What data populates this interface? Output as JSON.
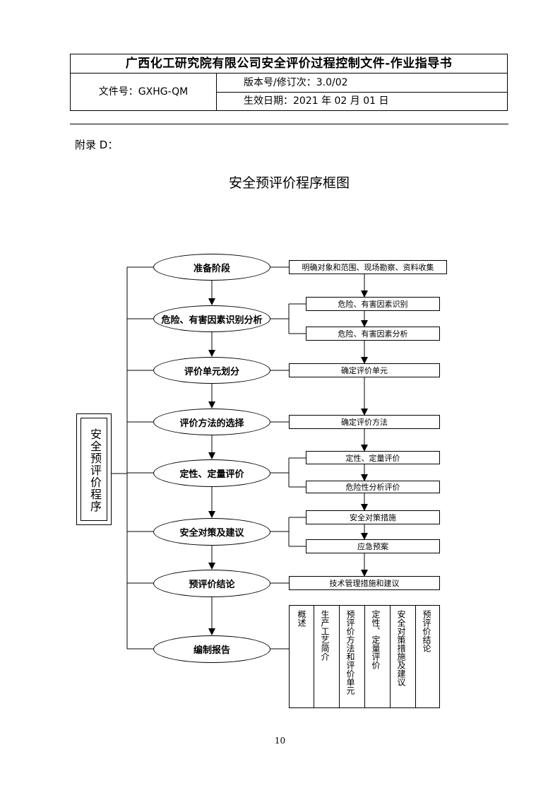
{
  "header": {
    "title": "广西化工研究院有限公司安全评价过程控制文件-作业指导书",
    "file_no": "文件号：GXHG-QM",
    "version": "版本号/修订次：3.0/02",
    "effective_date": "生效日期：2021 年 02 月 01 日"
  },
  "appendix_label": "附录 D：",
  "diagram": {
    "title": "安全预评价程序框图",
    "side_label": "安全预评价程序",
    "steps": [
      {
        "label": "准备阶段",
        "details": [
          "明确对象和范围、现场勘察、资料收集"
        ]
      },
      {
        "label": "危险、有害因素识别分析",
        "details": [
          "危险、有害因素识别",
          "危险、有害因素分析"
        ]
      },
      {
        "label": "评价单元划分",
        "details": [
          "确定评价单元"
        ]
      },
      {
        "label": "评价方法的选择",
        "details": [
          "确定评价方法"
        ]
      },
      {
        "label": "定性、定量评价",
        "details": [
          "定性、定量评价",
          "危险性分析评价"
        ]
      },
      {
        "label": "安全对策及建议",
        "details": [
          "安全对策措施",
          "应急预案"
        ]
      },
      {
        "label": "预评价结论",
        "details": [
          "技术管理措施和建议"
        ]
      },
      {
        "label": "编制报告",
        "details": []
      }
    ],
    "report_columns": [
      "概述",
      "生产工艺简介",
      "预评价方法和评价单元",
      "定性、定量评价",
      "安全对策措施及建议",
      "预评价结论"
    ]
  },
  "page_number": "10"
}
